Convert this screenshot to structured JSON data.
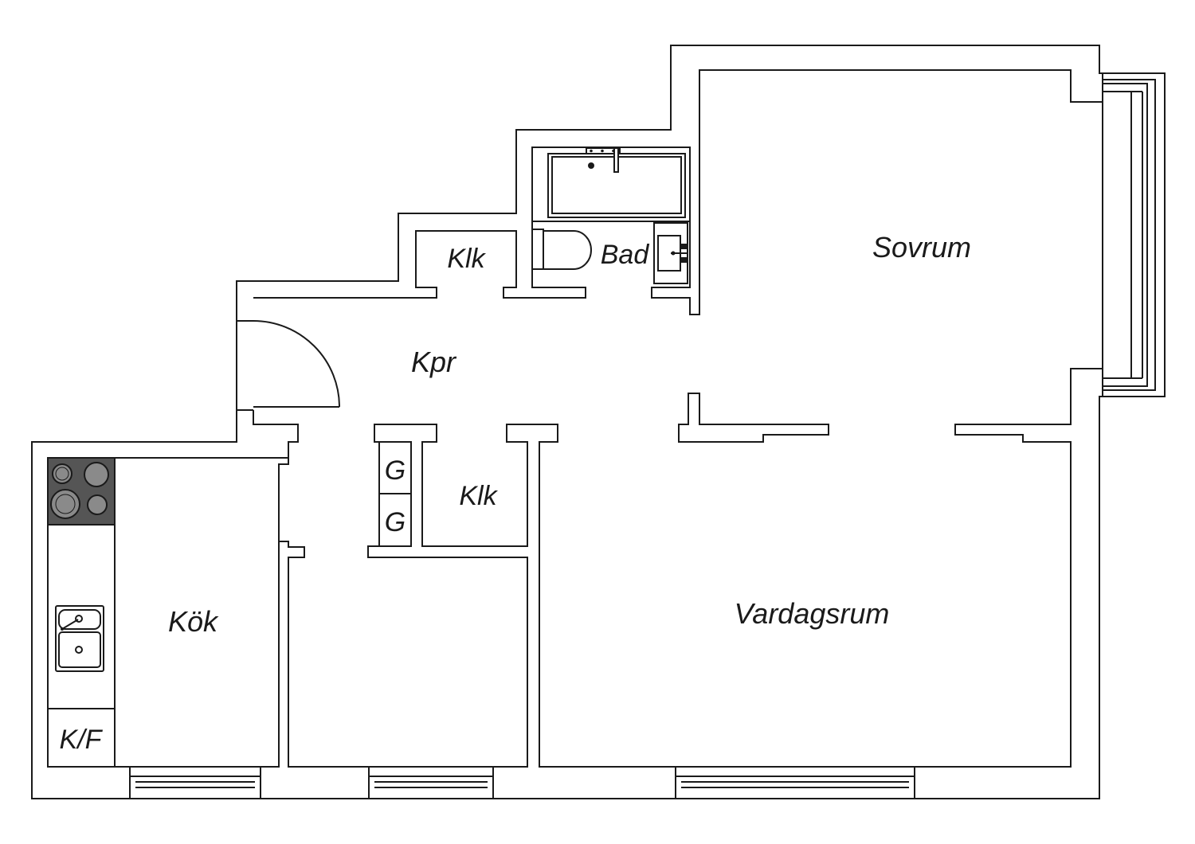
{
  "colors": {
    "wall_stroke": "#1a1a1a",
    "background": "#ffffff",
    "stove_top": "#555555",
    "burner": "#8a8a8a"
  },
  "rooms": {
    "sovrum": "Sovrum",
    "vardagsrum": "Vardagsrum",
    "kok": "Kök",
    "kpr": "Kpr",
    "bad": "Bad",
    "klk_upper": "Klk",
    "klk_lower": "Klk",
    "g_upper": "G",
    "g_lower": "G",
    "kf": "K/F"
  },
  "icons": [
    "stove-icon",
    "sink-icon",
    "toilet-icon",
    "bathtub-icon",
    "washbasin-icon",
    "door-swing-icon",
    "window-icon"
  ]
}
